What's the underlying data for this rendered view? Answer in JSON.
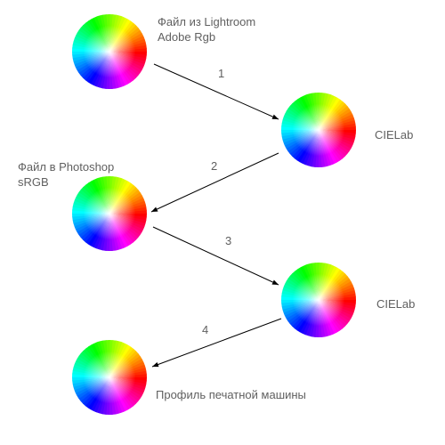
{
  "nodes": [
    {
      "id": "lightroom",
      "label": "Файл из Lightroom\nAdobe Rgb"
    },
    {
      "id": "cielab-1",
      "label": "CIELab"
    },
    {
      "id": "photoshop",
      "label": "Файл в Photoshop\nsRGB"
    },
    {
      "id": "cielab-2",
      "label": "CIELab"
    },
    {
      "id": "printer",
      "label": "Профиль печатной машины"
    }
  ],
  "steps": [
    "1",
    "2",
    "3",
    "4"
  ],
  "colors": {
    "text": "#606060",
    "arrow": "#000000"
  }
}
